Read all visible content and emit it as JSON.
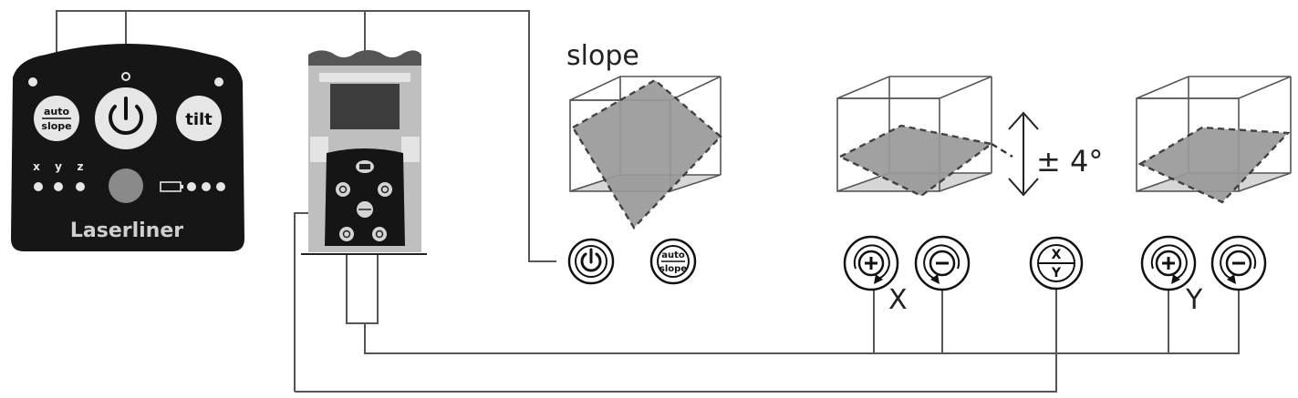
{
  "colors": {
    "panel": "#161616",
    "panel_button": "#e6e6e6",
    "panel_knob": "#8a8a8a",
    "device_body": "#bfbfbf",
    "device_keypad": "#151515",
    "plane": "#9a9a9a",
    "floor": "#d6d6d6",
    "wire": "#555555"
  },
  "control_panel": {
    "autoslope_top": "auto",
    "autoslope_bottom": "slope",
    "tilt_label": "tilt",
    "axis_x": "x",
    "axis_y": "y",
    "axis_z": "z",
    "brand": "Laserliner",
    "power_icon": "power-icon",
    "battery_icon": "battery-icon"
  },
  "remote": {
    "keypad_icons": [
      "power-icon",
      "plus-icon",
      "minus-icon",
      "xy-toggle-icon",
      "plus-icon",
      "minus-icon"
    ]
  },
  "slope_section": {
    "title": "slope",
    "power_icon": "power-icon",
    "autoslope_top": "auto",
    "autoslope_bottom": "slope"
  },
  "x_section": {
    "angle_label": "± 4°",
    "axis_label": "X",
    "plus_icon": "rotate-plus-icon",
    "minus_icon": "rotate-minus-icon"
  },
  "xy_toggle": {
    "top": "X",
    "bottom": "Y"
  },
  "y_section": {
    "axis_label": "Y",
    "plus_icon": "rotate-plus-icon",
    "minus_icon": "rotate-minus-icon"
  }
}
